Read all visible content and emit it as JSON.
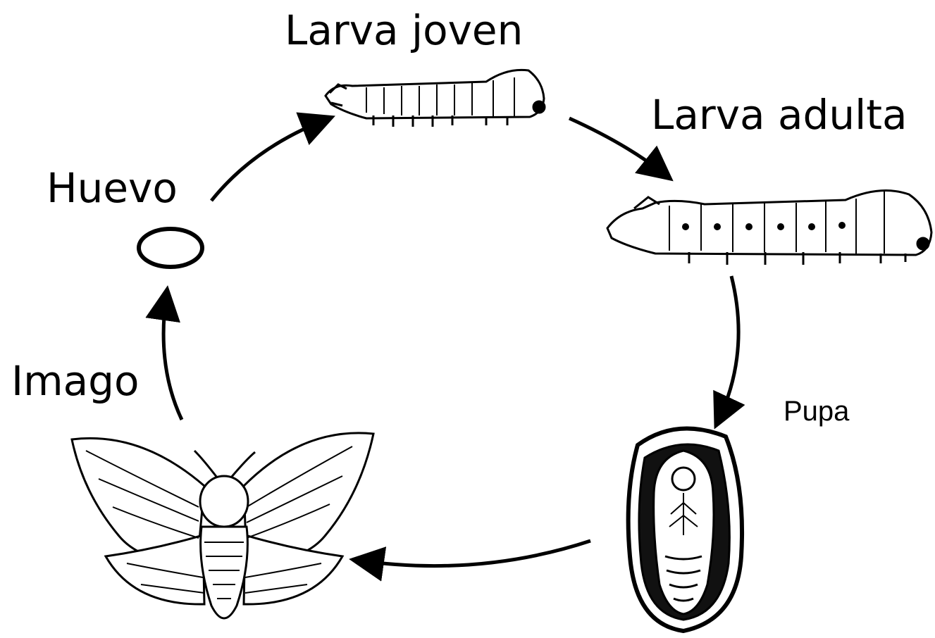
{
  "stages": {
    "larva_joven": "Larva joven",
    "larva_adulta": "Larva adulta",
    "huevo": "Huevo",
    "imago": "Imago",
    "pupa": "Pupa"
  },
  "colors": {
    "ink": "#000000",
    "background": "#ffffff"
  },
  "icons": [
    "egg-icon",
    "young-larva-icon",
    "adult-larva-icon",
    "pupa-icon",
    "moth-icon"
  ]
}
